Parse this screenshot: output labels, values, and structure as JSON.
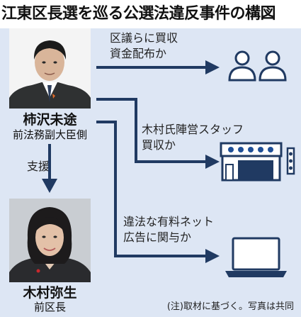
{
  "title": "江東区長選を巡る公選法違反事件の構図",
  "person1": {
    "name": "柿沢未途",
    "role": "前法務副大臣側"
  },
  "person2": {
    "name": "木村弥生",
    "role": "前区長"
  },
  "relation": "支援",
  "allegations": [
    {
      "line1": "区議らに買収",
      "line2": "資金配布か",
      "icon": "people-icon"
    },
    {
      "line1": "木村氏陣営スタッフ",
      "line2": "買収か",
      "icon": "campaign-office-icon"
    },
    {
      "line1": "違法な有料ネット",
      "line2": "広告に関与か",
      "icon": "laptop-icon"
    }
  ],
  "note": "(注)取材に基づく。写真は共同",
  "colors": {
    "panel": "#dde6f4",
    "arrow": "#203a62",
    "icon_fill": "#ffffff",
    "accent": "#1f4f97"
  }
}
